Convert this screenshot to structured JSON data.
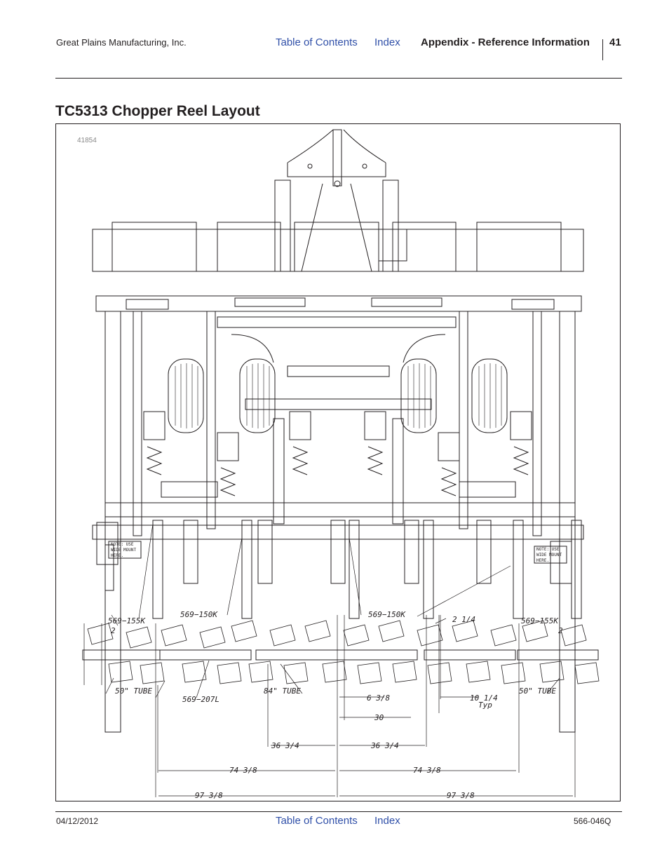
{
  "header": {
    "company": "Great Plains Manufacturing, Inc.",
    "toc_link": "Table of Contents",
    "index_link": "Index",
    "section": "Appendix - Reference Information",
    "page_number": "41"
  },
  "title": "TC5313 Chopper Reel Layout",
  "figure": {
    "figure_number": "41854",
    "part_labels": {
      "left_155k": "569−155K",
      "left_150k": "569−150K",
      "right_150k": "569−150K",
      "right_155k": "569−155K",
      "tube_50_left": "50\" TUBE",
      "p207l": "569−207L",
      "tube_84": "84\" TUBE",
      "tube_50_right": "50\" TUBE",
      "num_2_left": "2",
      "num_2_right": "2"
    },
    "notes": {
      "line1": "NOTE: USE",
      "line2": "WIDE MOUNT",
      "line3": "HERE."
    },
    "dimensions": {
      "d_2_1_4": "2 1/4",
      "d_6_3_8": "6 3/8",
      "d_10_1_4": "10 1/4",
      "d_typ": "Typ",
      "d_30": "30",
      "d_36_3_4_left": "36 3/4",
      "d_36_3_4_right": "36 3/4",
      "d_74_3_8_left": "74 3/8",
      "d_74_3_8_right": "74 3/8",
      "d_97_3_8_left": "97 3/8",
      "d_97_3_8_right": "97 3/8"
    }
  },
  "footer": {
    "date": "04/12/2012",
    "toc_link": "Table of Contents",
    "index_link": "Index",
    "doc_number": "566-046Q"
  }
}
